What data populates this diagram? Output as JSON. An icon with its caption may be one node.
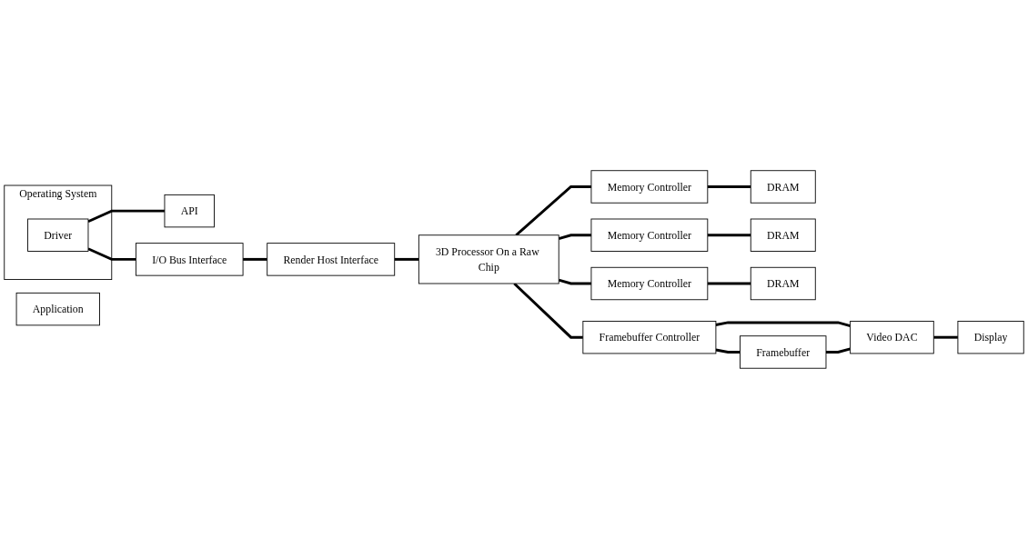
{
  "diagram": {
    "nodes": [
      {
        "text": [
          "Operating System"
        ]
      },
      {
        "text": [
          "Driver"
        ],
        "in": 0
      },
      {
        "text": [
          "API"
        ]
      },
      {
        "text": [
          "Application"
        ]
      },
      {
        "text": [
          "Render Host Interface"
        ]
      },
      {
        "text": [
          "I/O Bus Interface"
        ]
      },
      {
        "text": [
          "3D Processor On a Raw Chip"
        ]
      },
      {
        "text": [
          "Memory Controller"
        ]
      },
      {
        "text": [
          "Memory Controller"
        ]
      },
      {
        "text": [
          "Memory Controller"
        ]
      },
      {
        "text": [
          "DRAM"
        ]
      },
      {
        "text": [
          "DRAM"
        ]
      },
      {
        "text": [
          "DRAM"
        ]
      },
      {
        "text": [
          "Framebuffer Controller"
        ]
      },
      {
        "text": [
          "Framebuffer"
        ]
      },
      {
        "text": [
          "Video DAC"
        ]
      },
      {
        "text": [
          "Display"
        ]
      }
    ],
    "edges": [
      {
        "from": 1,
        "to": 2,
        "arrow": "none"
      },
      {
        "from": 1,
        "to": 5,
        "arrow": "none"
      },
      {
        "from": 5,
        "to": 4,
        "arrow": "none"
      },
      {
        "from": 4,
        "to": 6,
        "arrow": "none"
      },
      {
        "from": 6,
        "to": 7,
        "arrow": "none"
      },
      {
        "from": 6,
        "to": 8,
        "arrow": "none"
      },
      {
        "from": 6,
        "to": 9,
        "arrow": "none"
      },
      {
        "from": 7,
        "to": 10,
        "arrow": "none"
      },
      {
        "from": 8,
        "to": 11,
        "arrow": "none"
      },
      {
        "from": 9,
        "to": 12,
        "arrow": "none"
      },
      {
        "from": 6,
        "to": 13,
        "arrow": "none"
      },
      {
        "from": 13,
        "to": 15,
        "arrow": "none"
      },
      {
        "from": 13,
        "to": 14,
        "arrow": "none"
      },
      {
        "from": 14,
        "to": 15,
        "arrow": "none"
      },
      {
        "from": 15,
        "to": 16,
        "arrow": "none"
      }
    ]
  }
}
